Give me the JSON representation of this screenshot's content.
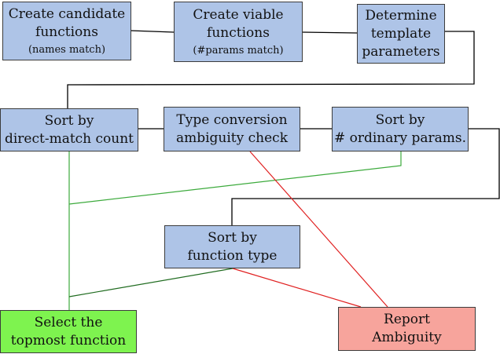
{
  "diagram": {
    "nodes": {
      "create_candidate": {
        "line1": "Create candidate",
        "line2": "functions",
        "note": "(names match)"
      },
      "create_viable": {
        "line1": "Create viable",
        "line2": "functions",
        "note": "(#params match)"
      },
      "determine_template": {
        "line1": "Determine",
        "line2": "template",
        "line3": "parameters"
      },
      "sort_direct": {
        "line1": "Sort by",
        "line2": "direct-match count"
      },
      "type_conversion": {
        "line1": "Type conversion",
        "line2": "ambiguity check"
      },
      "sort_ordinary": {
        "line1": "Sort by",
        "line2": "# ordinary params."
      },
      "sort_function_type": {
        "line1": "Sort by",
        "line2": "function type"
      },
      "select_topmost": {
        "line1": "Select the",
        "line2": "topmost function"
      },
      "report_ambiguity": {
        "line1": "Report",
        "line2": "Ambiguity"
      }
    },
    "colors": {
      "box_fill": "#aec4e7",
      "select_fill": "#7ef34f",
      "report_fill": "#f7a49c",
      "flow_line": "#000000",
      "success_line": "#2f9a2f",
      "ambiguity_line": "#e02020"
    }
  }
}
